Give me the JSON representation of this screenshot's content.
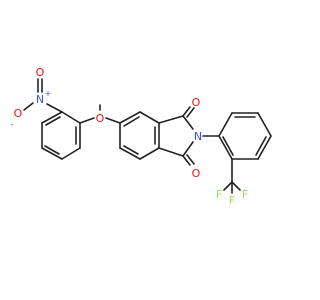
{
  "molecule": {
    "atoms": {
      "nitro_n": "N",
      "nitro_plus": "+",
      "nitro_o_top": "O",
      "nitro_o_left": "O",
      "nitro_minus": "-",
      "ether_o": "O",
      "carbonyl_o_top": "O",
      "carbonyl_o_bottom": "O",
      "imide_n": "N",
      "fluorine_1": "F",
      "fluorine_2": "F",
      "fluorine_3": "F"
    },
    "colors": {
      "bond": "#222222",
      "oxygen": "#ff0d0d",
      "nitrogen": "#3050f8",
      "fluorine": "#90e050"
    }
  }
}
